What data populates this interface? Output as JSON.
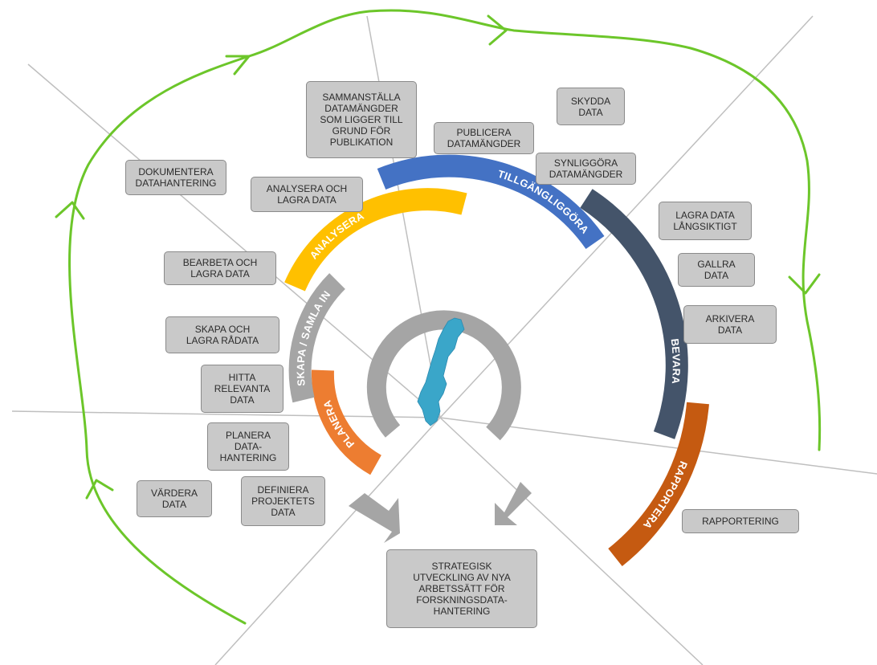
{
  "phases": [
    {
      "id": "planera",
      "label": "PLANERA",
      "color": "#ed7d31"
    },
    {
      "id": "skapa",
      "label": "SKAPA / SAMLA IN",
      "color": "#a5a5a5"
    },
    {
      "id": "analysera",
      "label": "ANALYSERA",
      "color": "#ffc000"
    },
    {
      "id": "tillgangliggora",
      "label": "TILLGÄNGLIGGÖRA",
      "color": "#4472c4"
    },
    {
      "id": "bevara",
      "label": "BEVARA",
      "color": "#44546a"
    },
    {
      "id": "rapportera",
      "label": "RAPPORTERA",
      "color": "#c55a11"
    }
  ],
  "boxes": {
    "sammanstalla": "SAMMANSTÄLLA\nDATAMÄNGDER\nSOM LIGGER TILL\nGRUND FÖR\nPUBLIKATION",
    "skydda": "SKYDDA\nDATA",
    "publicera": "PUBLICERA\nDATAMÄNGDER",
    "synliggora": "SYNLIGGÖRA\nDATAMÄNGDER",
    "dokumentera": "DOKUMENTERA\nDATAHANTERING",
    "analysera_lagra": "ANALYSERA OCH\nLAGRA DATA",
    "lagra_langsiktigt": "LAGRA DATA\nLÅNGSIKTIGT",
    "bearbeta": "BEARBETA OCH\nLAGRA DATA",
    "gallra": "GALLRA\nDATA",
    "skapa_lagra": "SKAPA OCH\nLAGRA RÅDATA",
    "arkivera": "ARKIVERA\nDATA",
    "hitta": "HITTA\nRELEVANTA\nDATA",
    "planera_data": "PLANERA\nDATA-\nHANTERING",
    "vardera": "VÄRDERA\nDATA",
    "definiera": "DEFINIERA\nPROJEKTETS\nDATA",
    "rapportering": "RAPPORTERING",
    "strategisk": "STRATEGISK\nUTVECKLING AV NYA\nARBETSSÄTT FÖR\nFORSKNINGSDATA-\nHANTERING"
  },
  "colors": {
    "cycle_arrow": "#6cc62a",
    "box_fill": "#c9c9c9",
    "box_border": "#8a8a8a",
    "center_ring": "#a5a5a5",
    "map_fill": "#3aa6c9",
    "divider": "#bfbfbf",
    "arrow_gray": "#a5a5a5"
  },
  "icons": [
    "sweden-map-icon",
    "cycle-arrow-icon"
  ]
}
